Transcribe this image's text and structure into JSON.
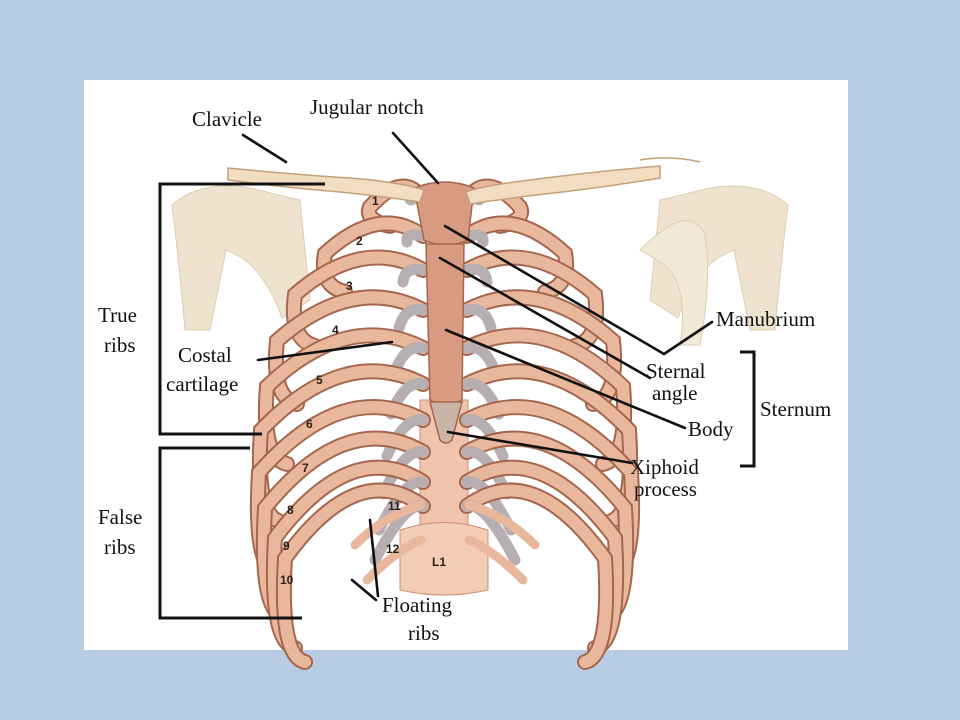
{
  "colors": {
    "background": "#b8cde4",
    "panel": "#ffffff",
    "bone": "#e9b89c",
    "bone_edge": "#a5664e",
    "cartilage": "#b7aeb2",
    "sternum": "#d99a82",
    "shoulder": "#efe3cf"
  },
  "labels": {
    "clavicle": "Clavicle",
    "jugular_notch": "Jugular notch",
    "true_ribs": [
      "True",
      "ribs"
    ],
    "costal_cartilage": [
      "Costal",
      "cartilage"
    ],
    "manubrium": "Manubrium",
    "sternal_angle": [
      "Sternal",
      "angle"
    ],
    "sternum": "Sternum",
    "body": "Body",
    "xiphoid_process": [
      "Xiphoid",
      "process"
    ],
    "false_ribs": [
      "False",
      "ribs"
    ],
    "floating_ribs": [
      "Floating",
      "ribs"
    ]
  },
  "rib_numbers": [
    "1",
    "2",
    "3",
    "4",
    "5",
    "6",
    "7",
    "8",
    "9",
    "10",
    "11",
    "12"
  ],
  "vertebra_label": "L1"
}
